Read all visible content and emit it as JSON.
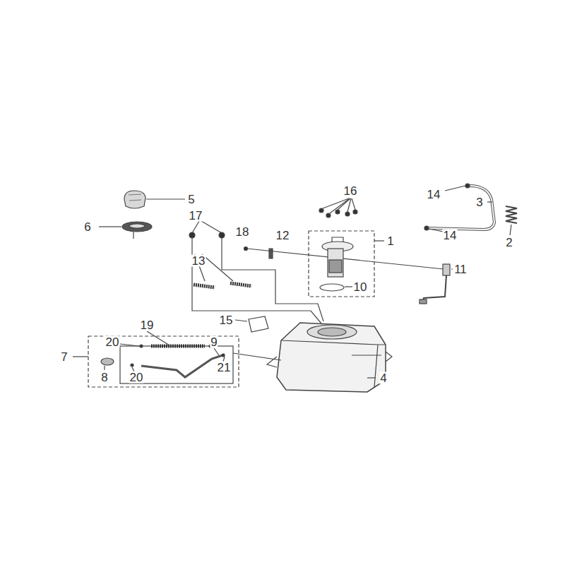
{
  "diagram": {
    "labels": [
      "5",
      "6",
      "16",
      "14",
      "3",
      "14",
      "2",
      "17",
      "18",
      "12",
      "1",
      "13",
      "11",
      "10",
      "19",
      "15",
      "20",
      "9",
      "7",
      "4",
      "8",
      "20",
      "21"
    ]
  }
}
